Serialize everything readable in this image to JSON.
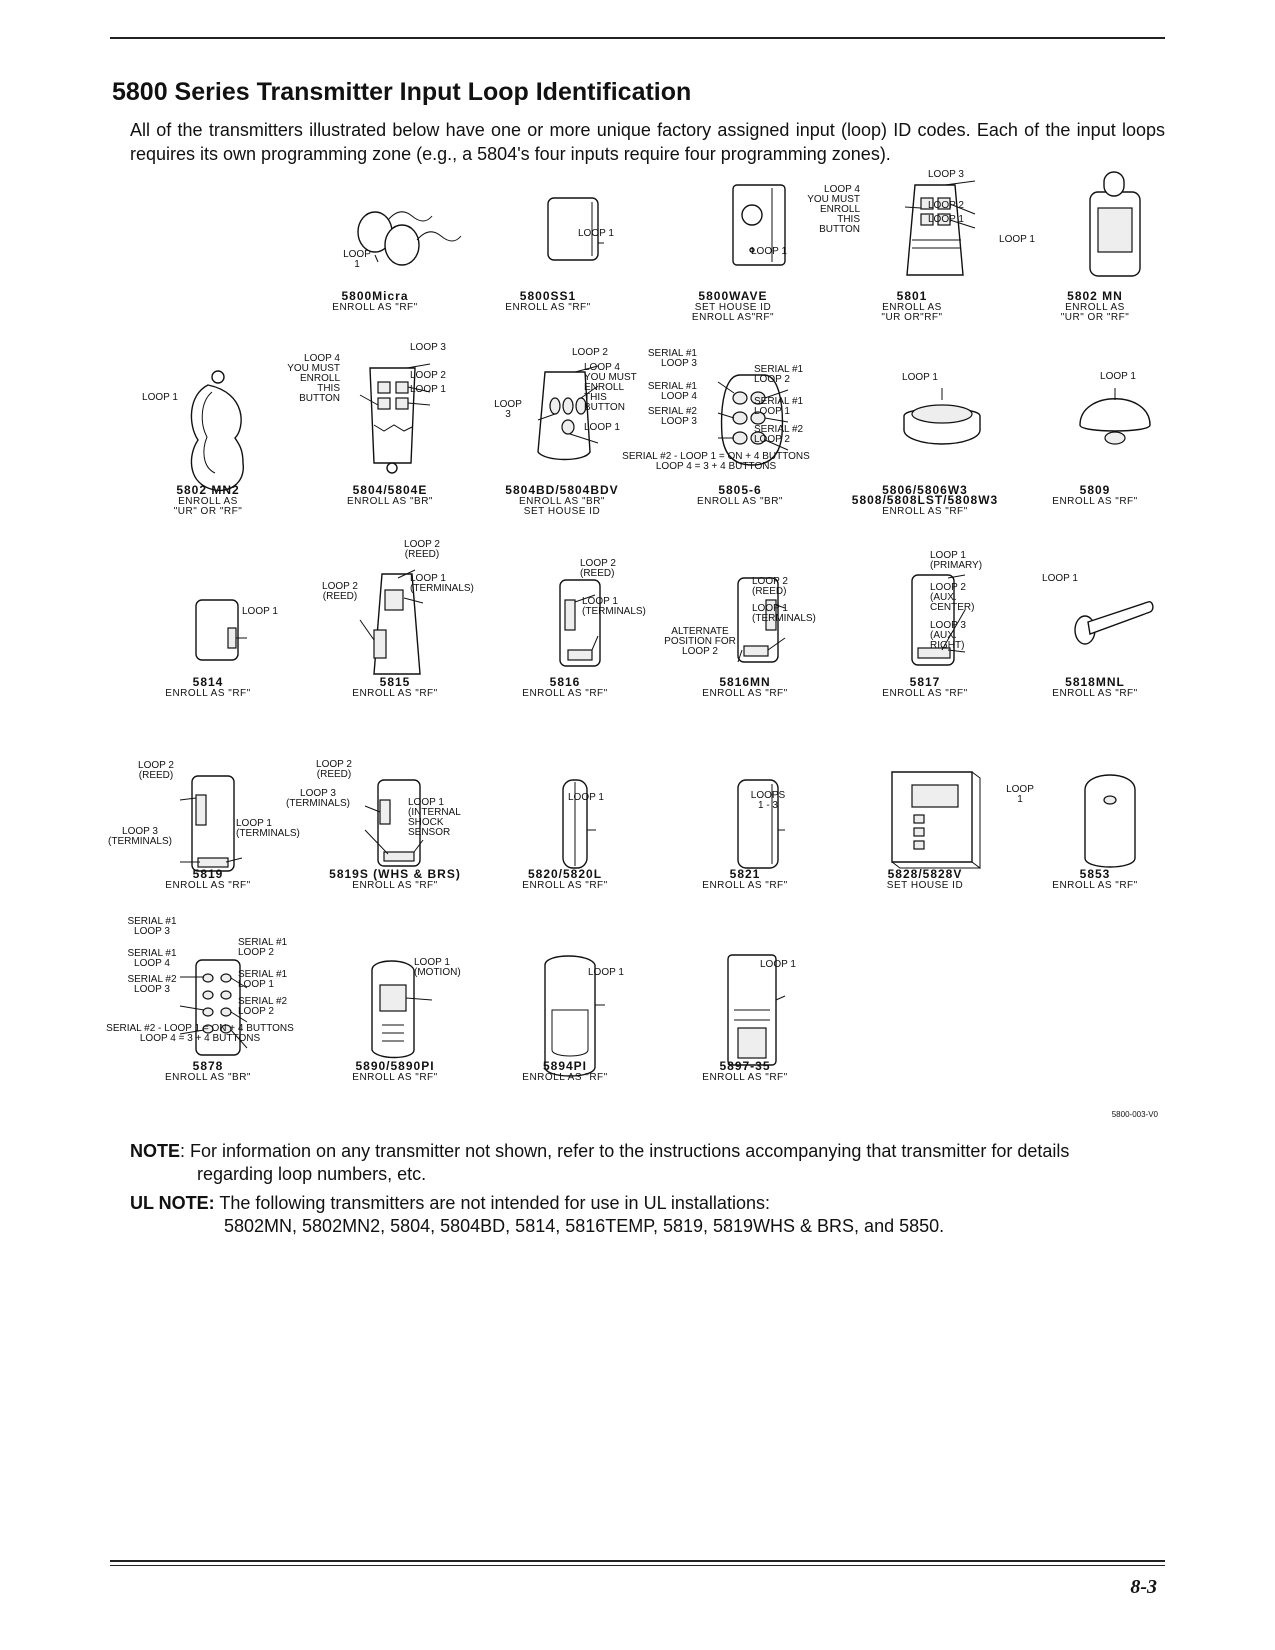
{
  "title": "5800 Series Transmitter Input Loop Identification",
  "intro": "All of the transmitters illustrated below have one or more unique factory assigned input (loop) ID codes. Each of the input loops requires its own programming zone (e.g., a 5804's four inputs require four programming zones).",
  "models": [
    {
      "name": "5800Micra",
      "sub": [
        "ENROLL AS \"RF\""
      ]
    },
    {
      "name": "5800SS1",
      "sub": [
        "ENROLL AS \"RF\""
      ]
    },
    {
      "name": "5800WAVE",
      "sub": [
        "SET HOUSE ID",
        "ENROLL AS\"RF\""
      ]
    },
    {
      "name": "5801",
      "sub": [
        "ENROLL AS",
        "\"UR OR\"RF\""
      ]
    },
    {
      "name": "5802 MN",
      "sub": [
        "ENROLL AS",
        "\"UR\" OR \"RF\""
      ]
    },
    {
      "name": "5802 MN2",
      "sub": [
        "ENROLL AS",
        "\"UR\" OR \"RF\""
      ]
    },
    {
      "name": "5804/5804E",
      "sub": [
        "ENROLL AS \"BR\""
      ]
    },
    {
      "name": "5804BD/5804BDV",
      "sub": [
        "ENROLL AS \"BR\"",
        "SET HOUSE ID"
      ]
    },
    {
      "name": "5805-6",
      "sub": [
        "ENROLL AS \"BR\""
      ]
    },
    {
      "name": "5806/5806W3",
      "sub": [
        "5808/5808LST/5808W3",
        "ENROLL AS \"RF\""
      ]
    },
    {
      "name": "5809",
      "sub": [
        "ENROLL AS \"RF\""
      ]
    },
    {
      "name": "5814",
      "sub": [
        "ENROLL AS \"RF\""
      ]
    },
    {
      "name": "5815",
      "sub": [
        "ENROLL AS \"RF\""
      ]
    },
    {
      "name": "5816",
      "sub": [
        "ENROLL AS \"RF\""
      ]
    },
    {
      "name": "5816MN",
      "sub": [
        "ENROLL AS \"RF\""
      ]
    },
    {
      "name": "5817",
      "sub": [
        "ENROLL AS \"RF\""
      ]
    },
    {
      "name": "5818MNL",
      "sub": [
        "ENROLL AS \"RF\""
      ]
    },
    {
      "name": "5819",
      "sub": [
        "ENROLL AS \"RF\""
      ]
    },
    {
      "name": "5819S (WHS & BRS)",
      "sub": [
        "ENROLL AS \"RF\""
      ]
    },
    {
      "name": "5820/5820L",
      "sub": [
        "ENROLL AS \"RF\""
      ]
    },
    {
      "name": "5821",
      "sub": [
        "ENROLL AS \"RF\""
      ]
    },
    {
      "name": "5828/5828V",
      "sub": [
        "SET HOUSE ID"
      ]
    },
    {
      "name": "5853",
      "sub": [
        "ENROLL AS \"RF\""
      ]
    },
    {
      "name": "5878",
      "sub": [
        "ENROLL AS \"BR\""
      ]
    },
    {
      "name": "5890/5890PI",
      "sub": [
        "ENROLL AS \"RF\""
      ]
    },
    {
      "name": "5894PI",
      "sub": [
        "ENROLL AS \"RF\""
      ]
    },
    {
      "name": "5897-35",
      "sub": [
        "ENROLL AS \"RF\""
      ]
    }
  ],
  "callouts": [
    [
      "LOOP",
      "1"
    ],
    [
      "LOOP 1"
    ],
    [
      "LOOP 1"
    ],
    [
      "LOOP 3"
    ],
    [
      "LOOP 4",
      "YOU MUST",
      "ENROLL",
      "THIS",
      "BUTTON"
    ],
    [
      "LOOP 2"
    ],
    [
      "LOOP 1"
    ],
    [
      "LOOP 1"
    ],
    [
      "LOOP 1"
    ],
    [
      "LOOP 3"
    ],
    [
      "LOOP 4",
      "YOU MUST",
      "ENROLL",
      "THIS",
      "BUTTON"
    ],
    [
      "LOOP 2"
    ],
    [
      "LOOP 1"
    ],
    [
      "LOOP 2"
    ],
    [
      "LOOP 4",
      "YOU MUST",
      "ENROLL",
      "THIS",
      "BUTTON"
    ],
    [
      "LOOP",
      "3"
    ],
    [
      "LOOP 1"
    ],
    [
      "SERIAL #1",
      "LOOP 3"
    ],
    [
      "SERIAL #1",
      "LOOP 4"
    ],
    [
      "SERIAL #2",
      "LOOP 3"
    ],
    [
      "SERIAL #1",
      "LOOP 2"
    ],
    [
      "SERIAL #1",
      "LOOP 1"
    ],
    [
      "SERIAL #2",
      "LOOP 2"
    ],
    [
      "SERIAL #2 - LOOP 1 = ON + 4 BUTTONS",
      "LOOP 4 = 3 + 4 BUTTONS"
    ],
    [
      "LOOP 1"
    ],
    [
      "LOOP 1"
    ],
    [
      "LOOP 1"
    ],
    [
      "LOOP 2",
      "(REED)"
    ],
    [
      "LOOP 2",
      "(REED)"
    ],
    [
      "LOOP 1",
      "(TERMINALS)"
    ],
    [
      "LOOP 2",
      "(REED)"
    ],
    [
      "LOOP 1",
      "(TERMINALS)"
    ],
    [
      "LOOP 2",
      "(REED)"
    ],
    [
      "LOOP 1",
      "(TERMINALS)"
    ],
    [
      "ALTERNATE",
      "POSITION FOR",
      "LOOP 2"
    ],
    [
      "LOOP 1",
      "(PRIMARY)"
    ],
    [
      "LOOP 2",
      "(AUX.",
      "CENTER)"
    ],
    [
      "LOOP 3",
      "(AUX.",
      "RIGHT)"
    ],
    [
      "LOOP 1"
    ],
    [
      "LOOP 2",
      "(REED)"
    ],
    [
      "LOOP 3",
      "(TERMINALS)"
    ],
    [
      "LOOP 1",
      "(TERMINALS)"
    ],
    [
      "LOOP 2",
      "(REED)"
    ],
    [
      "LOOP 3",
      "(TERMINALS)"
    ],
    [
      "LOOP 1",
      "(INTERNAL",
      "SHOCK",
      "SENSOR"
    ],
    [
      "LOOP 1"
    ],
    [
      "LOOPS",
      "1 - 3"
    ],
    [
      "LOOP",
      "1"
    ],
    [
      "SERIAL #1",
      "LOOP 3"
    ],
    [
      "SERIAL #1",
      "LOOP 4"
    ],
    [
      "SERIAL #2",
      "LOOP 3"
    ],
    [
      "SERIAL #1",
      "LOOP 2"
    ],
    [
      "SERIAL #1",
      "LOOP 1"
    ],
    [
      "SERIAL #2",
      "LOOP 2"
    ],
    [
      "SERIAL #2 - LOOP 1 = ON + 4 BUTTONS",
      "LOOP 4 = 3 + 4 BUTTONS"
    ],
    [
      "LOOP 1",
      "(MOTION)"
    ],
    [
      "LOOP 1"
    ],
    [
      "LOOP 1"
    ]
  ],
  "figure_code": "5800-003-V0",
  "note": {
    "label": "NOTE",
    "text1": ": For information on any transmitter not shown, refer to the instructions accompanying that transmitter for details",
    "text2": "regarding loop numbers, etc."
  },
  "ul_note": {
    "label": "UL NOTE:",
    "text1": " The following transmitters are not intended for use in UL installations:",
    "text2": "5802MN, 5802MN2, 5804, 5804BD, 5814, 5816TEMP, 5819, 5819WHS & BRS, and 5850."
  },
  "page_number": "8-3"
}
